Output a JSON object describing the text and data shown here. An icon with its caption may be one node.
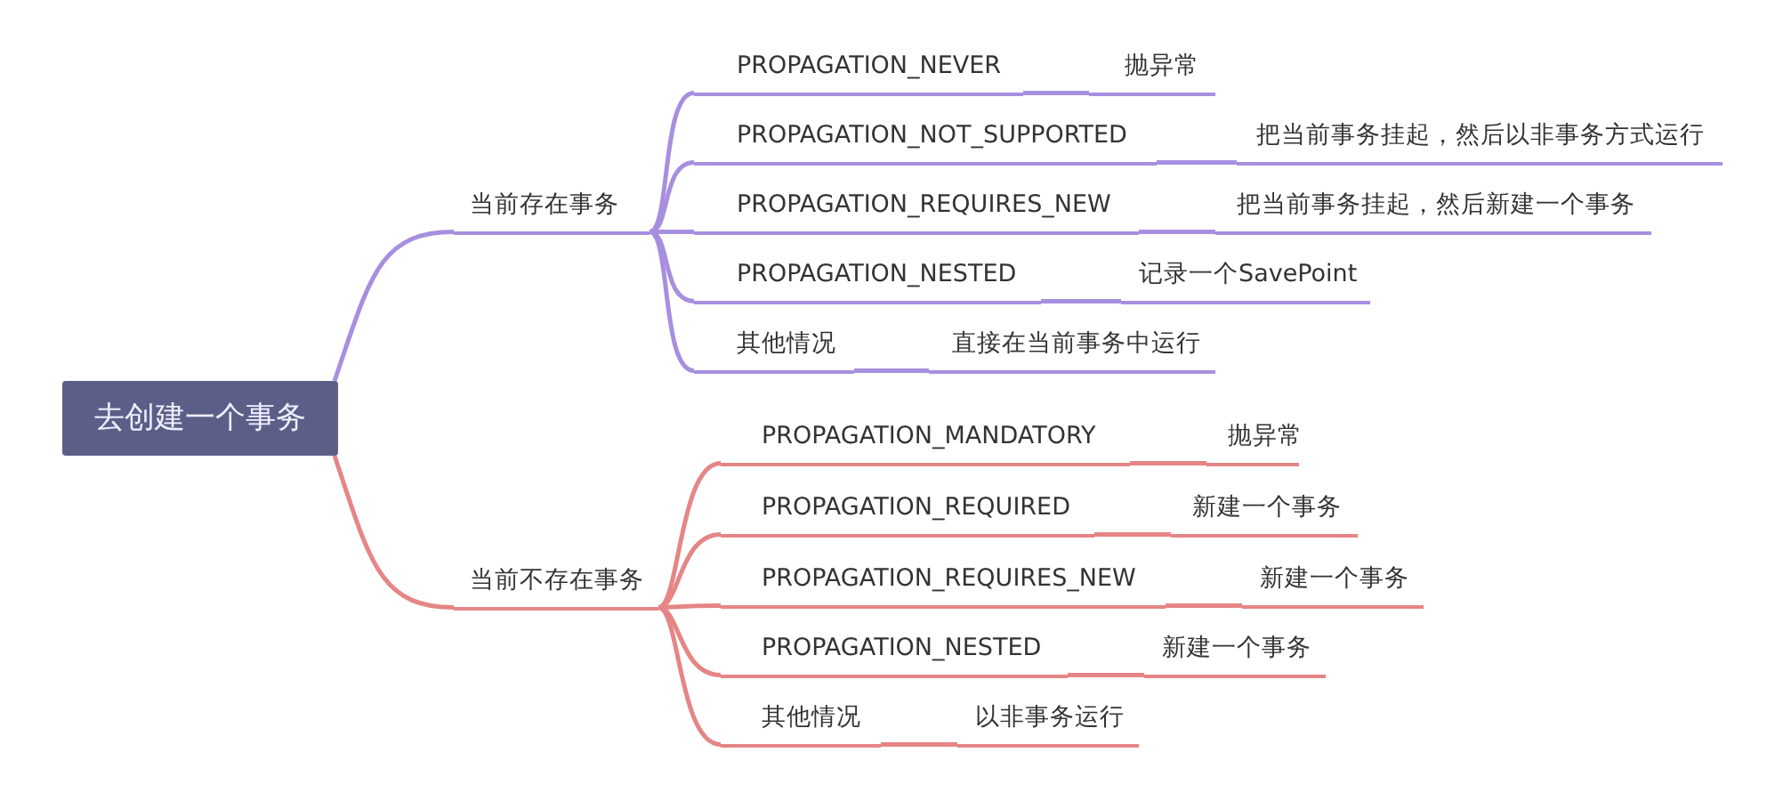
{
  "diagram": {
    "nodes": [
      {
        "text": [
          "去创建一个事务"
        ]
      },
      {
        "text": [
          "当前存在事务"
        ]
      },
      {
        "text": [
          "PROPAGATION_NEVER"
        ]
      },
      {
        "text": [
          "抛异常"
        ]
      },
      {
        "text": [
          "PROPAGATION_NOT_SUPPORTED"
        ]
      },
      {
        "text": [
          "把当前事务挂起，然后以非事务方式运行"
        ]
      },
      {
        "text": [
          "PROPAGATION_REQUIRES_NEW"
        ]
      },
      {
        "text": [
          "把当前事务挂起，然后新建一个事务"
        ]
      },
      {
        "text": [
          "PROPAGATION_NESTED"
        ]
      },
      {
        "text": [
          "记录一个SavePoint"
        ]
      },
      {
        "text": [
          "其他情况"
        ]
      },
      {
        "text": [
          "直接在当前事务中运行"
        ]
      },
      {
        "text": [
          "当前不存在事务"
        ]
      },
      {
        "text": [
          "PROPAGATION_MANDATORY"
        ]
      },
      {
        "text": [
          "抛异常"
        ]
      },
      {
        "text": [
          "PROPAGATION_REQUIRED"
        ]
      },
      {
        "text": [
          "新建一个事务"
        ]
      },
      {
        "text": [
          "PROPAGATION_REQUIRES_NEW"
        ]
      },
      {
        "text": [
          "新建一个事务"
        ]
      },
      {
        "text": [
          "PROPAGATION_NESTED"
        ]
      },
      {
        "text": [
          "新建一个事务"
        ]
      },
      {
        "text": [
          "其他情况"
        ]
      },
      {
        "text": [
          "以非事务运行"
        ]
      }
    ],
    "edges": [
      {
        "from": 0,
        "to": 1,
        "arrow": "none",
        "color": "#a78fe0"
      },
      {
        "from": 1,
        "to": 2,
        "arrow": "none",
        "color": "#a78fe0"
      },
      {
        "from": 2,
        "to": 3,
        "arrow": "none",
        "color": "#a78fe0"
      },
      {
        "from": 1,
        "to": 4,
        "arrow": "none",
        "color": "#a78fe0"
      },
      {
        "from": 4,
        "to": 5,
        "arrow": "none",
        "color": "#a78fe0"
      },
      {
        "from": 1,
        "to": 6,
        "arrow": "none",
        "color": "#a78fe0"
      },
      {
        "from": 6,
        "to": 7,
        "arrow": "none",
        "color": "#a78fe0"
      },
      {
        "from": 1,
        "to": 8,
        "arrow": "none",
        "color": "#a78fe0"
      },
      {
        "from": 8,
        "to": 9,
        "arrow": "none",
        "color": "#a78fe0"
      },
      {
        "from": 1,
        "to": 10,
        "arrow": "none",
        "color": "#a78fe0"
      },
      {
        "from": 10,
        "to": 11,
        "arrow": "none",
        "color": "#a78fe0"
      },
      {
        "from": 0,
        "to": 12,
        "arrow": "none",
        "color": "#e68585"
      },
      {
        "from": 12,
        "to": 13,
        "arrow": "none",
        "color": "#e68585"
      },
      {
        "from": 13,
        "to": 14,
        "arrow": "none",
        "color": "#e68585"
      },
      {
        "from": 12,
        "to": 15,
        "arrow": "none",
        "color": "#e68585"
      },
      {
        "from": 15,
        "to": 16,
        "arrow": "none",
        "color": "#e68585"
      },
      {
        "from": 12,
        "to": 17,
        "arrow": "none",
        "color": "#e68585"
      },
      {
        "from": 17,
        "to": 18,
        "arrow": "none",
        "color": "#e68585"
      },
      {
        "from": 12,
        "to": 19,
        "arrow": "none",
        "color": "#e68585"
      },
      {
        "from": 19,
        "to": 20,
        "arrow": "none",
        "color": "#e68585"
      },
      {
        "from": 12,
        "to": 21,
        "arrow": "none",
        "color": "#e68585"
      },
      {
        "from": 21,
        "to": 22,
        "arrow": "none",
        "color": "#e68585"
      }
    ]
  }
}
